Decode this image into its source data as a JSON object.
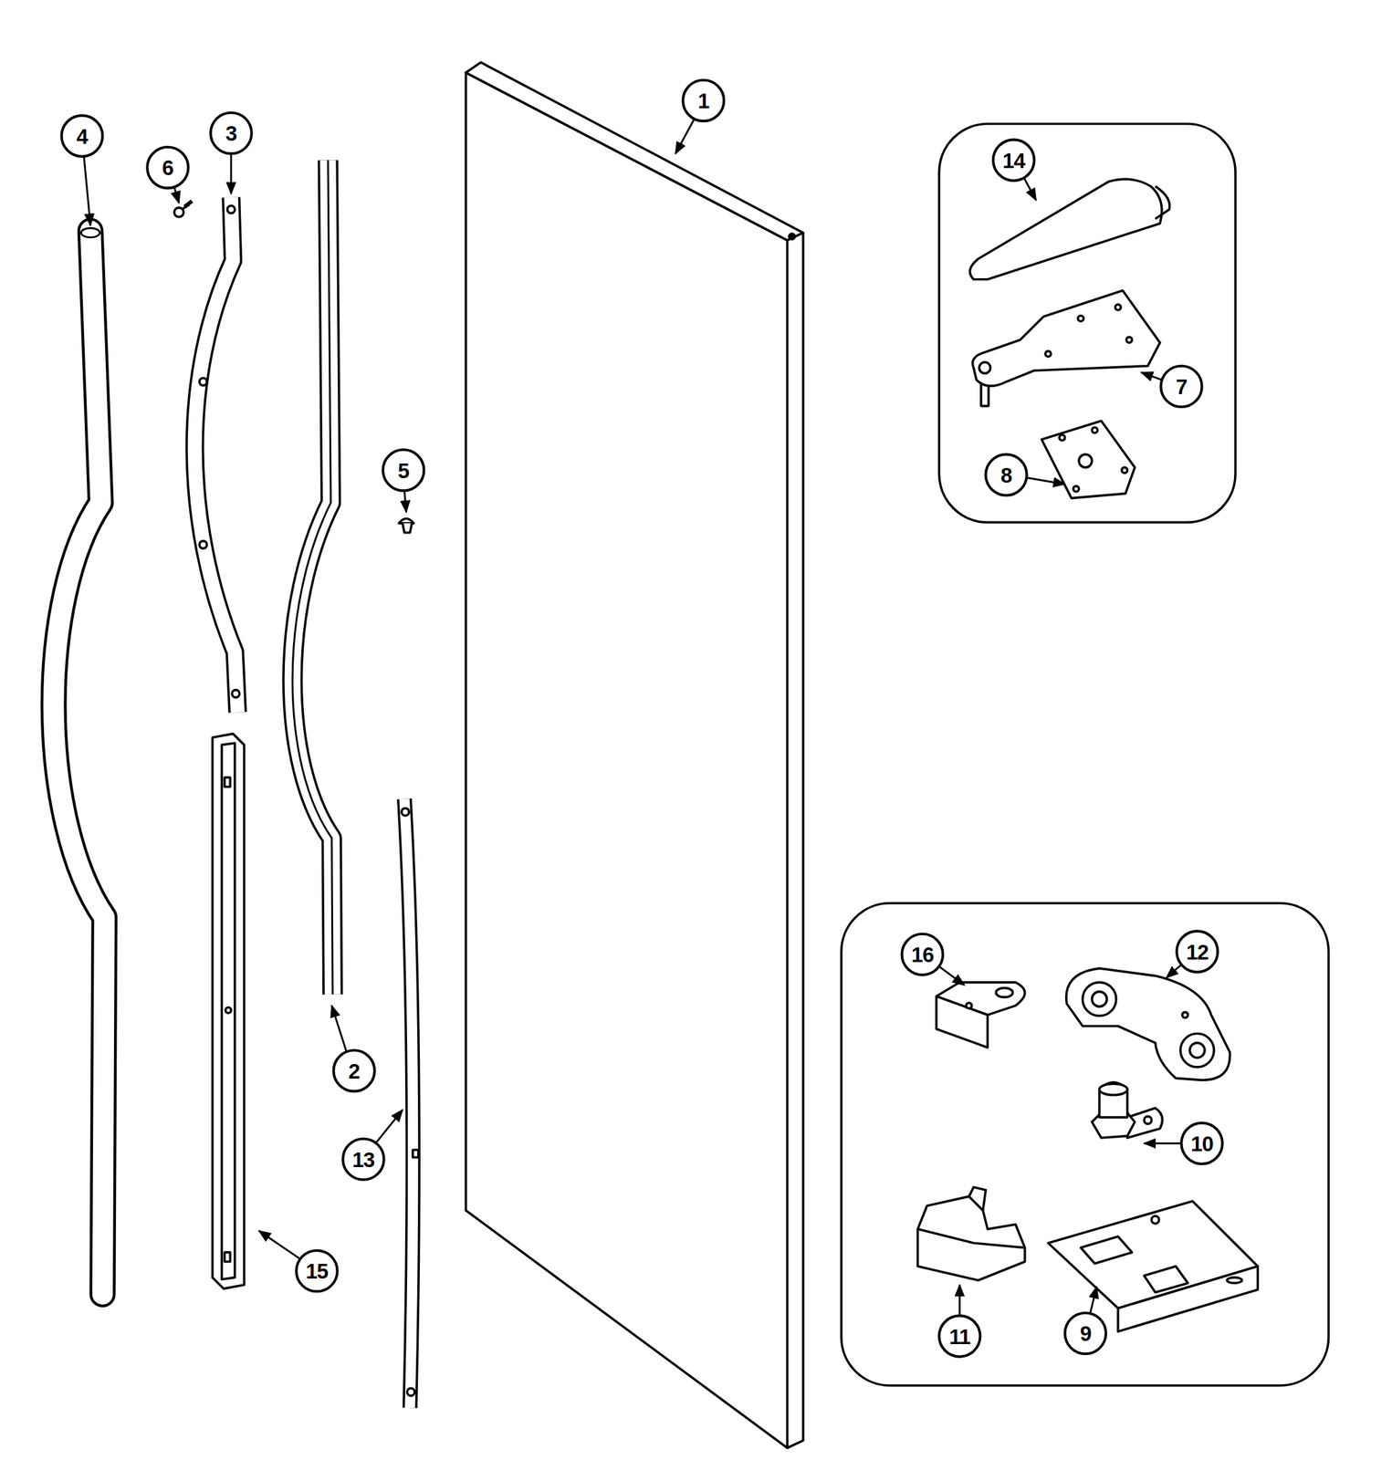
{
  "diagram": {
    "labels": [
      "1",
      "4",
      "3",
      "14",
      "6",
      "7",
      "5",
      "8",
      "16",
      "12",
      "2",
      "10",
      "13",
      "15",
      "11",
      "9"
    ]
  }
}
